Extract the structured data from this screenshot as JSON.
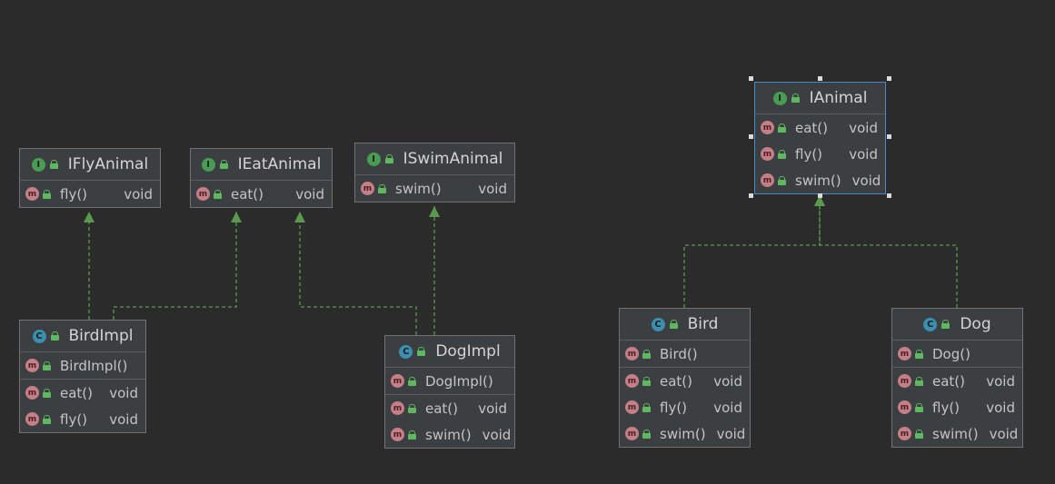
{
  "diagram": {
    "nodes": [
      {
        "id": "IFlyAnimal",
        "kind": "interface",
        "badge": "I",
        "title": "IFlyAnimal",
        "sections": [
          [
            {
              "name": "fly()",
              "type": "void"
            }
          ]
        ]
      },
      {
        "id": "IEatAnimal",
        "kind": "interface",
        "badge": "I",
        "title": "IEatAnimal",
        "sections": [
          [
            {
              "name": "eat()",
              "type": "void"
            }
          ]
        ]
      },
      {
        "id": "ISwimAnimal",
        "kind": "interface",
        "badge": "I",
        "title": "ISwimAnimal",
        "sections": [
          [
            {
              "name": "swim()",
              "type": "void"
            }
          ]
        ]
      },
      {
        "id": "BirdImpl",
        "kind": "class",
        "badge": "C",
        "title": "BirdImpl",
        "sections": [
          [
            {
              "name": "BirdImpl()",
              "type": ""
            }
          ],
          [
            {
              "name": "eat()",
              "type": "void"
            },
            {
              "name": "fly()",
              "type": "void"
            }
          ]
        ]
      },
      {
        "id": "DogImpl",
        "kind": "class",
        "badge": "C",
        "title": "DogImpl",
        "sections": [
          [
            {
              "name": "DogImpl()",
              "type": ""
            }
          ],
          [
            {
              "name": "eat()",
              "type": "void"
            },
            {
              "name": "swim()",
              "type": "void"
            }
          ]
        ]
      },
      {
        "id": "IAnimal",
        "kind": "interface",
        "badge": "I",
        "title": "IAnimal",
        "selected": true,
        "sections": [
          [
            {
              "name": "eat()",
              "type": "void"
            },
            {
              "name": "fly()",
              "type": "void"
            },
            {
              "name": "swim()",
              "type": "void"
            }
          ]
        ]
      },
      {
        "id": "Bird",
        "kind": "class",
        "badge": "C",
        "title": "Bird",
        "sections": [
          [
            {
              "name": "Bird()",
              "type": ""
            }
          ],
          [
            {
              "name": "eat()",
              "type": "void"
            },
            {
              "name": "fly()",
              "type": "void"
            },
            {
              "name": "swim()",
              "type": "void"
            }
          ]
        ]
      },
      {
        "id": "Dog",
        "kind": "class",
        "badge": "C",
        "title": "Dog",
        "sections": [
          [
            {
              "name": "Dog()",
              "type": ""
            }
          ],
          [
            {
              "name": "eat()",
              "type": "void"
            },
            {
              "name": "fly()",
              "type": "void"
            },
            {
              "name": "swim()",
              "type": "void"
            }
          ]
        ]
      }
    ],
    "edges": [
      {
        "from": "BirdImpl",
        "to": "IFlyAnimal",
        "kind": "implements"
      },
      {
        "from": "BirdImpl",
        "to": "IEatAnimal",
        "kind": "implements"
      },
      {
        "from": "DogImpl",
        "to": "IEatAnimal",
        "kind": "implements"
      },
      {
        "from": "DogImpl",
        "to": "ISwimAnimal",
        "kind": "implements"
      },
      {
        "from": "Bird",
        "to": "IAnimal",
        "kind": "implements"
      },
      {
        "from": "Dog",
        "to": "IAnimal",
        "kind": "implements"
      }
    ],
    "icons": {
      "interface": "interface-icon",
      "class": "class-icon",
      "method": "method-icon",
      "visibility": "public-lock-icon"
    },
    "colors": {
      "background": "#2b2b2b",
      "node": "#3c3f41",
      "edge": "#5a9a4f",
      "interface_badge": "#499c54",
      "class_badge": "#3c8fb0",
      "method_badge": "#c57f87",
      "selection": "#4a88c7"
    }
  }
}
